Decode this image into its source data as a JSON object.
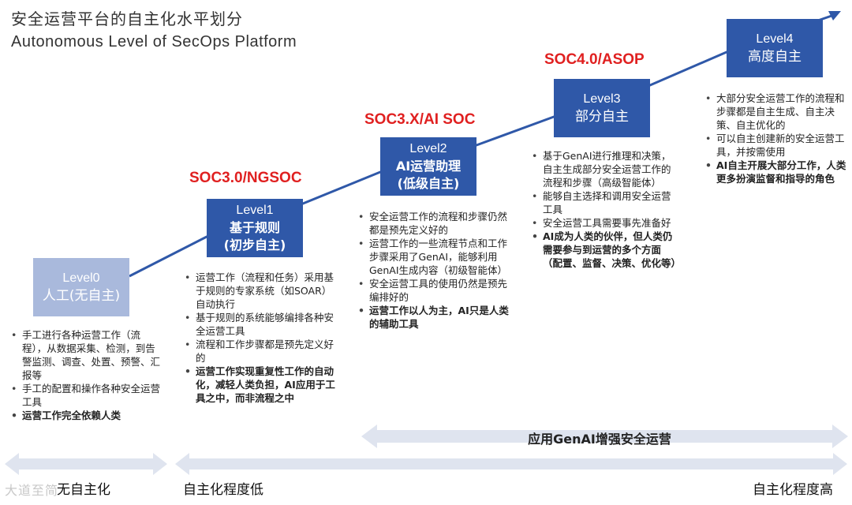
{
  "title": {
    "cn": "安全运营平台的自主化水平划分",
    "en": "Autonomous Level of SecOps Platform"
  },
  "levels": [
    {
      "level": "Level0",
      "name": [
        "人工(无自主)"
      ],
      "tag": "",
      "bullets": [
        {
          "text": "手工进行各种运营工作（流程），从数据采集、检测，到告警监测、调查、处置、预警、汇报等",
          "bold": false
        },
        {
          "text": "手工的配置和操作各种安全运营工具",
          "bold": false
        },
        {
          "text": "运营工作完全依赖人类",
          "bold": true
        }
      ]
    },
    {
      "level": "Level1",
      "name": [
        "基于规则",
        "(初步自主)"
      ],
      "tag": "SOC3.0/NGSOC",
      "bullets": [
        {
          "text": "运营工作（流程和任务）采用基于规则的专家系统（如SOAR）自动执行",
          "bold": false
        },
        {
          "text": "基于规则的系统能够编排各种安全运营工具",
          "bold": false
        },
        {
          "text": "流程和工作步骤都是预先定义好的",
          "bold": false
        },
        {
          "text": "运营工作实现重复性工作的自动化，减轻人类负担，AI应用于工具之中，而非流程之中",
          "bold": true
        }
      ]
    },
    {
      "level": "Level2",
      "name": [
        "AI运营助理",
        "(低级自主)"
      ],
      "tag": "SOC3.X/AI SOC",
      "bullets": [
        {
          "text": "安全运营工作的流程和步骤仍然都是预先定义好的",
          "bold": false
        },
        {
          "text": "运营工作的一些流程节点和工作步骤采用了GenAI，能够利用GenAI生成内容（初级智能体）",
          "bold": false
        },
        {
          "text": "安全运营工具的使用仍然是预先编排好的",
          "bold": false
        },
        {
          "text": "运营工作以人为主，AI只是人类的辅助工具",
          "bold": true
        }
      ]
    },
    {
      "level": "Level3",
      "name": [
        "部分自主"
      ],
      "tag": "SOC4.0/ASOP",
      "bullets": [
        {
          "text": "基于GenAI进行推理和决策，自主生成部分安全运营工作的流程和步骤（高级智能体）",
          "bold": false
        },
        {
          "text": "能够自主选择和调用安全运营工具",
          "bold": false
        },
        {
          "text": "安全运营工具需要事先准备好",
          "bold": false
        },
        {
          "text": "AI成为人类的伙伴，但人类仍需要参与到运营的多个方面（配置、监督、决策、优化等）",
          "bold": true
        }
      ]
    },
    {
      "level": "Level4",
      "name": [
        "高度自主"
      ],
      "tag": "",
      "bullets": [
        {
          "text": "大部分安全运营工作的流程和步骤都是自主生成、自主决策、自主优化的",
          "bold": false
        },
        {
          "text": "可以自主创建新的安全运营工具，并按需使用",
          "bold": false
        },
        {
          "text": "AI自主开展大部分工作，人类更多扮演监督和指导的角色",
          "bold": true
        }
      ]
    }
  ],
  "genai_band": "应用GenAI增强安全运营",
  "bottom": {
    "left": "无自主化",
    "mid": "自主化程度低",
    "right": "自主化程度高"
  },
  "watermark": "大道至简",
  "colors": {
    "box_dark": "#2f58a8",
    "box_light": "#a9b9dc",
    "tag_red": "#e02020",
    "arrow_band": "#dfe4ef"
  }
}
